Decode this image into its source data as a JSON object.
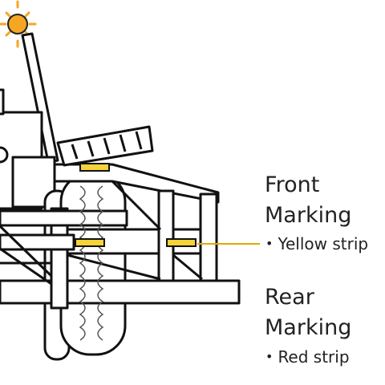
{
  "front": {
    "line1": "Front",
    "line2": "Marking",
    "bullet": "Yellow strip"
  },
  "rear": {
    "line1": "Rear",
    "line2": "Marking",
    "bullet": "Red strip"
  },
  "colors": {
    "yellow_strip": "#f5d33a",
    "beacon": "#f5a623",
    "outline": "#111111",
    "leader": "#e0a800"
  },
  "icons": {
    "beacon": "warning-beacon-icon"
  }
}
